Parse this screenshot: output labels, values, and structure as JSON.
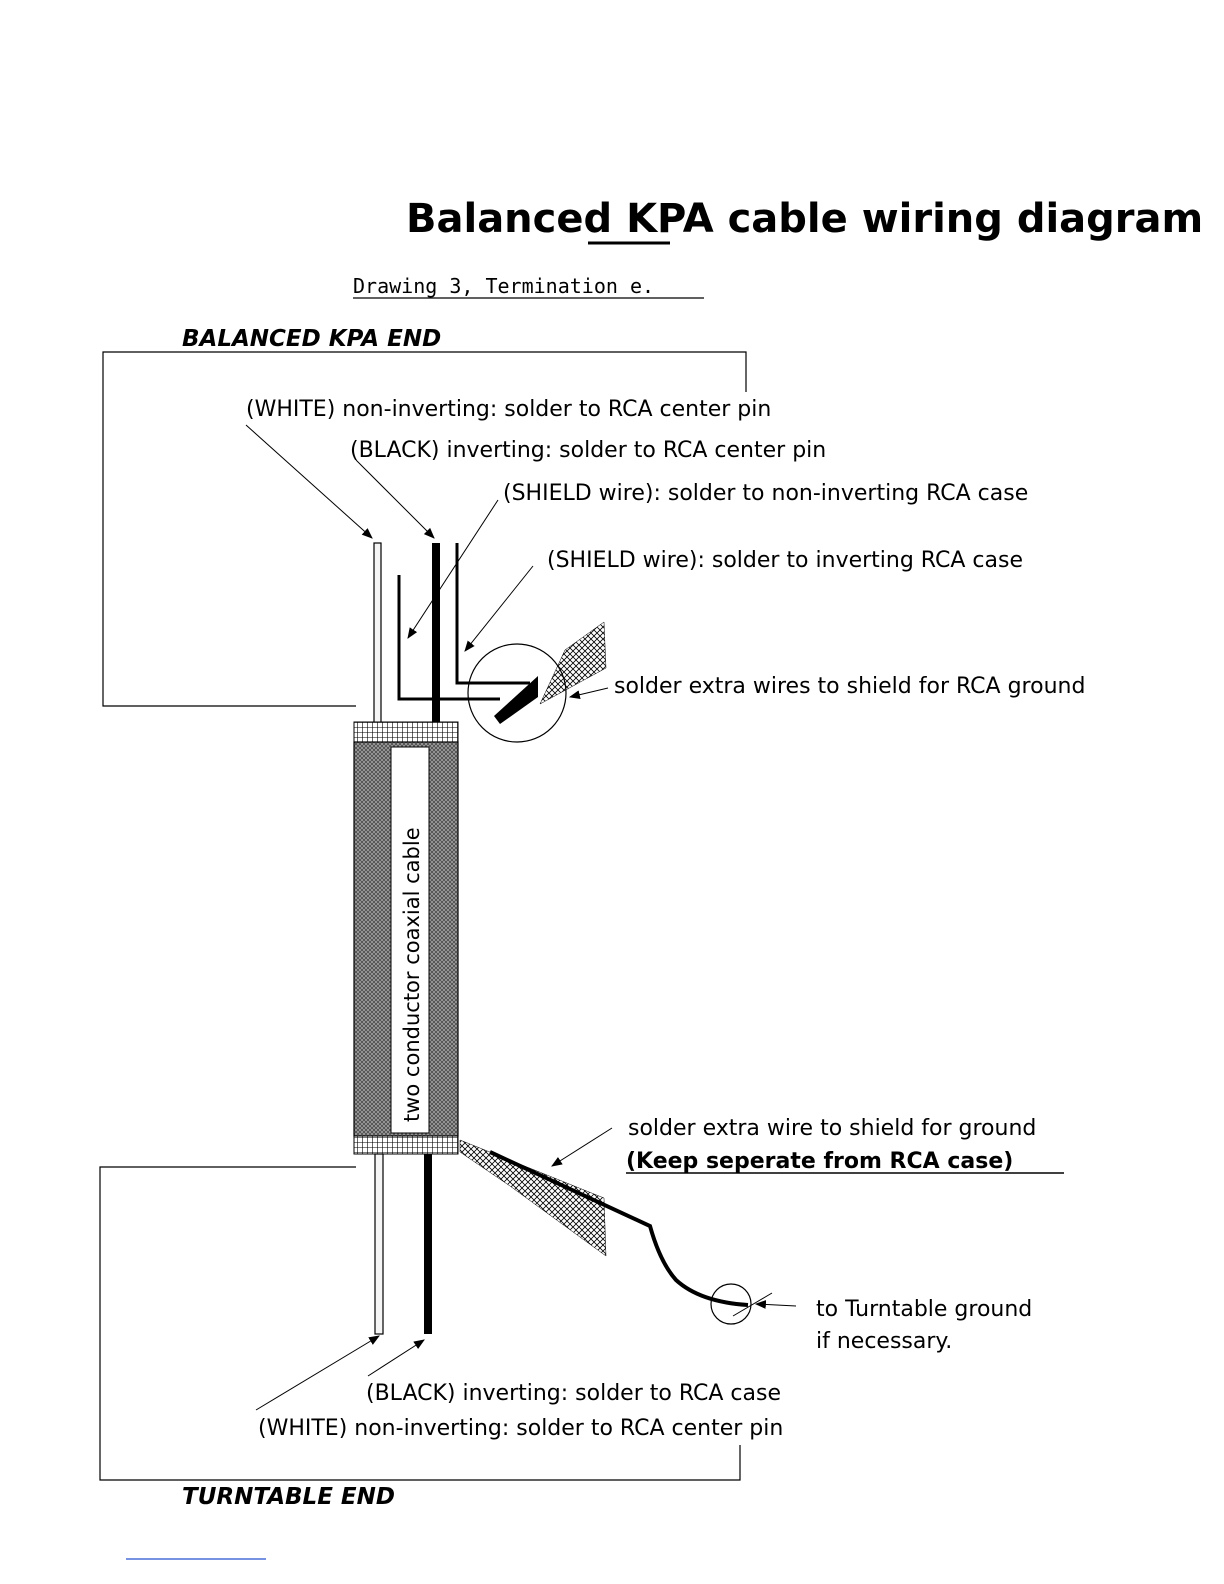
{
  "title": {
    "prefix": "Balanced ",
    "emphasis": "KPA",
    "suffix": " cable wiring diagram"
  },
  "subtitle": "Drawing 3, Termination e.",
  "ends": {
    "top": "BALANCED KPA END",
    "bottom": "TURNTABLE END"
  },
  "cable_label": "two conductor coaxial cable",
  "top_labels": {
    "white": "(WHITE) non-inverting: solder to RCA center pin",
    "black": "(BLACK) inverting: solder to RCA center pin",
    "shield_noninv": "(SHIELD wire): solder to non-inverting RCA case",
    "shield_inv": "(SHIELD wire): solder to inverting RCA case",
    "extra_wires": "solder extra wires to shield for RCA ground"
  },
  "bottom_labels": {
    "extra_wire": "solder extra wire to shield for ground",
    "keep_separate": "(Keep seperate from RCA case)",
    "turntable_ground_1": "to Turntable ground",
    "turntable_ground_2": "if necessary.",
    "black": "(BLACK) inverting: solder to RCA case",
    "white": "(WHITE) non-inverting: solder to RCA center pin"
  },
  "colors": {
    "ink": "#000000",
    "white_wire": "#f5f5f5",
    "cable_jacket": "#888888",
    "link_line": "#4a6fd8"
  }
}
